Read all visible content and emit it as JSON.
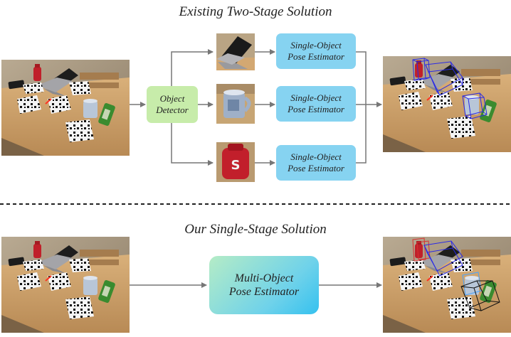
{
  "top": {
    "title": "Existing Two-Stage Solution",
    "detector_label": "Object\nDetector",
    "estimator_label": "Single-Object\nPose Estimator"
  },
  "bottom": {
    "title": "Our Single-Stage Solution",
    "estimator_label": "Multi-Object\nPose Estimator"
  },
  "colors": {
    "detector": "#c7ecaa",
    "single_estimator": "#86d3f1",
    "multi_estimator_gradient": [
      "#b5ecc6",
      "#35c1ef"
    ],
    "arrow": "#777777",
    "separator": "#222222",
    "bbox_blue": "#2a2ae6",
    "bbox_red": "#d93030",
    "bbox_black": "#111111"
  },
  "images": {
    "input_top": "photo-desk-scene",
    "crops": [
      "crop-laptop",
      "crop-mug",
      "crop-red-bottle"
    ],
    "output_top": "photo-desk-scene-with-3d-boxes",
    "input_bottom": "photo-desk-scene",
    "output_bottom": "photo-desk-scene-with-3d-boxes"
  }
}
